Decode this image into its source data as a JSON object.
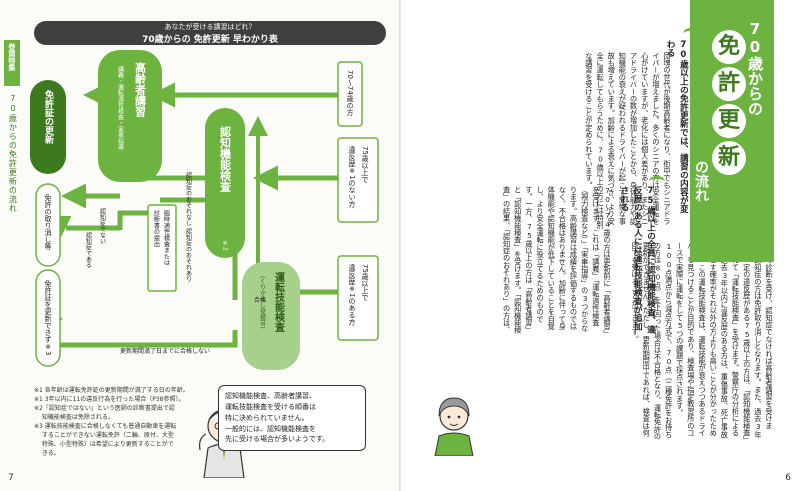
{
  "colors": {
    "dark_green": "#3d7a1e",
    "mid_green": "#6db33f",
    "light_green": "#a8d08d",
    "pale_green": "#e8f3dc",
    "gray_bar": "#3f3f3f"
  },
  "left_page": {
    "page_number": "7",
    "side_label": "巻頭特集",
    "side_title": "70歳からの免許更新の流れ",
    "header_q": "あなたが受ける講習はどれ？",
    "header_title": "70歳からの 免許更新 早わかり表",
    "boxes": {
      "age_70_74": "70～74歳の方",
      "age_75_clean": "75歳以上で違反歴 ※1 のない方",
      "age_75_violation": "75歳以上で違反歴 ※1 のある方",
      "koreisha": "高齢者講習",
      "koreisha_sub": "講義・運転適性検査・実車指導",
      "ninchi": "認知機能検査",
      "unten": "運転技能検査",
      "unten_sub": "(くりかえし受検可)",
      "rinji": "臨時適性検査または診断書の提出",
      "menkyo": "免許証の更新",
      "torikeshi": "免許の取り消し等",
      "kyoshitsu": "免許証を更新できず ※3"
    },
    "labels": {
      "no_dementia": "認知症のおそれなし",
      "dementia_risk": "認知症のおそれあり",
      "not_dementia": "認知症でない",
      "is_dementia": "認知症である",
      "pass": "合格",
      "fail_until_expiry": "更新期間満了日までに合格しない"
    },
    "notes": [
      "※1 各年齢は運転免許証の更新期間が満了する日の年齢。",
      "※1 3年以内に11の違反行為を行った場合（P38参照）。",
      "※2「認知症ではない」という医師の診断書提出で認",
      "　 知機能検査は免除される。",
      "※3 運転技能検査に合格しなくても普通自動車を運転",
      "　 することができない運転免許（二輪、原付、大型",
      "　 特殊、小型特殊）は希望により更新することがで",
      "　 きる。"
    ],
    "bubble": [
      "認知機能検査、高齢者講習、",
      "運転技能検査を受ける順番は",
      "特に決められていません。",
      "一般的には、認知機能検査を",
      "先に受ける場合が多いようです。"
    ]
  },
  "right_page": {
    "page_number": "6",
    "title_line1": "70歳からの",
    "title_kanji": [
      "免",
      "許",
      "更",
      "新"
    ],
    "title_line3": "の流れ",
    "heading1": "70歳以上の免許更新では、講習の内容が変わる",
    "heading2": "75歳以上の全員に認知機能検査、違反歴のある人には運転技能検査が追加される",
    "col_intro": "団塊の世代が後期高齢者になり、街中でもシニアドライバーが増えました。多くのシニアの方は安全運転を心がけていますが、老化には個人差があり、またシニアドライバーの数が増加したことから、身体能力や認知機能の衰えが疑われるドライバーが起こす悲惨な事故も増えています。加齢による衰えに気づき、より安全に運転してもらうために、70歳以上の方には特別な講習を受けることが定められています。",
    "col_mid": "70～74歳の方は更新前に「高齢者講習」を受けます。これは「講義」「運転適性検査（視力検査など）」「実車指導」の3つからなります。高齢講習は成績を評価するものではなく、不合格はありません。加齢に伴って身体機能や認知機能が低下していることを自覚し、より安全運転に役立てるためのものです。一方、75歳以上の方は「高齢者講習」と「認知機能検査」を受けます。「認知機能検査」の結果、「認知症のおそれあり」の方は、",
    "col_right": "医師の診断を受け、認知症でなければ高齢者講習を受けます。認知症の方は免許取り消しとなります。また、過去3年間に一定の違反歴がある75歳以上の方は、「認知機能検査」に加えて「運転技能検査」を受けます。警察庁の分析によると、過去3年以内に違反歴のある方は、重傷事故、死亡事故を起こす確率がそれ以外の方よりも高いことが分かったためです。この運転技能検査は、運転技能が衰えつつあるドライバーを見つけることが目的であり、検査場や指定教習所のコースで実際に運転をして5つの課題で採点されます。100点満点から減点方式で、70点（二種免許をお持ちの方は80点）を下回った場合は不合格となり、運転免許の更新ができません。ただし、更新期間中であれば、検査は何回でも受けることができます。"
  }
}
